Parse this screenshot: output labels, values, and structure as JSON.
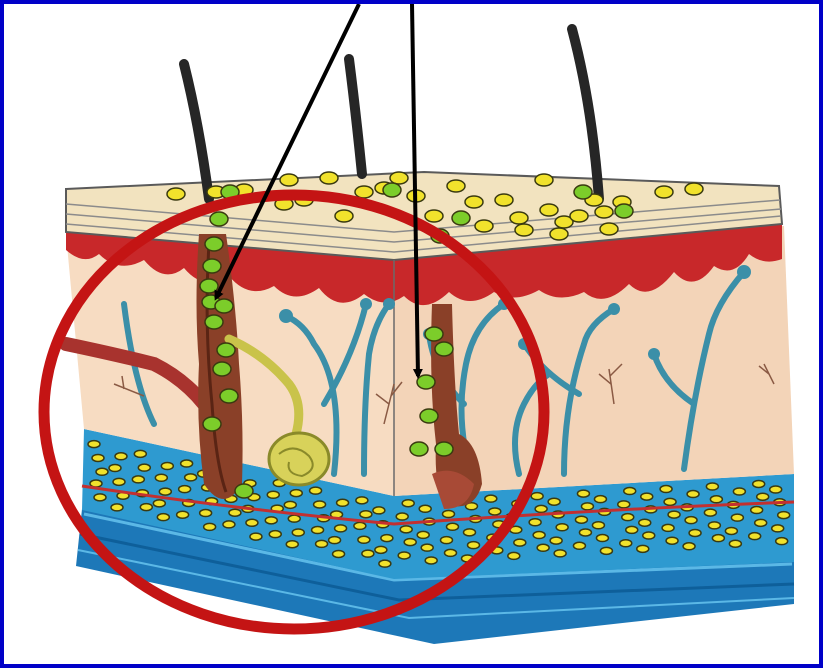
{
  "figure": {
    "subject": "skin-cross-section",
    "layers": [
      "epidermis",
      "dermis",
      "hypodermis"
    ],
    "structures": [
      "hair-shaft",
      "hair-follicle",
      "sebaceous-gland",
      "sweat-gland",
      "blood-vessels"
    ],
    "highlight": "red-circle",
    "particles": "green-and-yellow-dots",
    "pointer_arrows": 2
  },
  "colors": {
    "frame_border": "#0000c8",
    "background": "#ffffff",
    "skin": "#f7dcc2",
    "skin_top": "#f2e3bf",
    "epidermis_red": "#c8282a",
    "vessel_blue": "#3b8fa8",
    "fat_blue": "#2e9ad0",
    "hypodermis_base": "#1d78b8",
    "hair": "#262626",
    "follicle": "#8a4028",
    "gland_yellow": "#c9c34a",
    "dot_yellow": "#f1e22c",
    "dot_green": "#7ccd2a",
    "highlight_circle": "#c41414",
    "arrow": "#000000"
  }
}
